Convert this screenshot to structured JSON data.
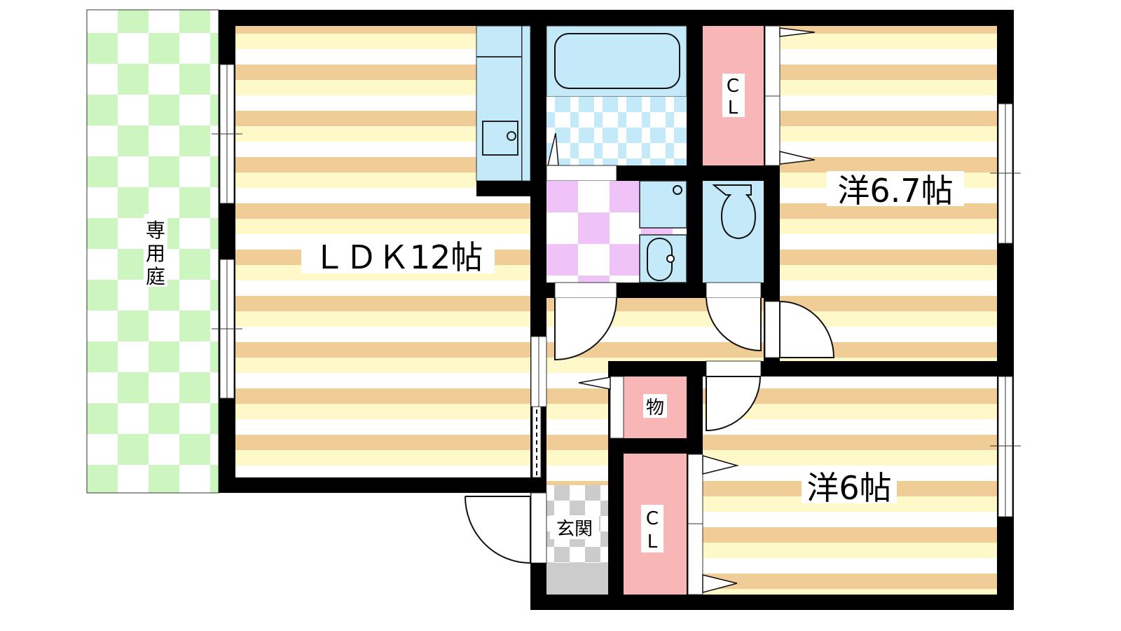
{
  "rooms": {
    "ldk": "ＬＤＫ12帖",
    "western_a": "洋6.7帖",
    "western_b": "洋6帖",
    "closet_top_c": "C",
    "closet_top_l": "L",
    "closet_bottom_c": "C",
    "closet_bottom_l": "L",
    "storage": "物",
    "entrance": "玄関",
    "garden_1": "専",
    "garden_2": "用",
    "garden_3": "庭"
  },
  "colors": {
    "wall": "#000000",
    "floor_tan": "#f0cc96",
    "floor_cream": "#fff8c8",
    "wet_blue": "#c4e9f9",
    "closet_pink": "#f9b6b6",
    "wash_pink": "#efc3f7",
    "garden_green": "#ccf5c0",
    "entrance_grey": "#cccccc"
  }
}
